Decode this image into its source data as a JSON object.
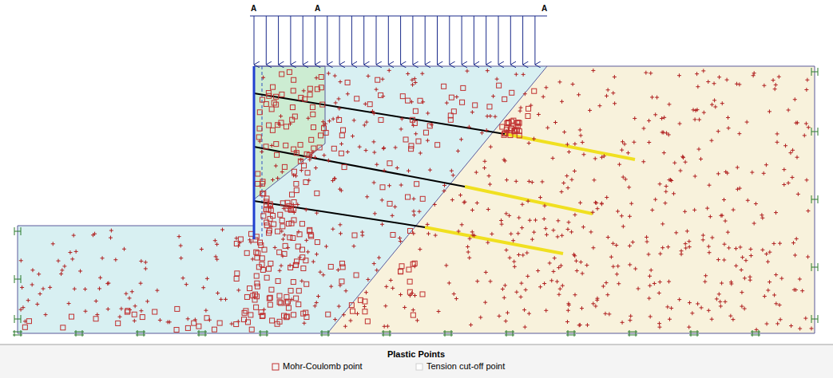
{
  "diagram": {
    "labels": [
      "A",
      "A",
      "A",
      "Plastic Points"
    ],
    "legend": [
      {
        "text": "Mohr-Coulomb point"
      },
      {
        "text": "Tension cut-off point"
      }
    ]
  }
}
